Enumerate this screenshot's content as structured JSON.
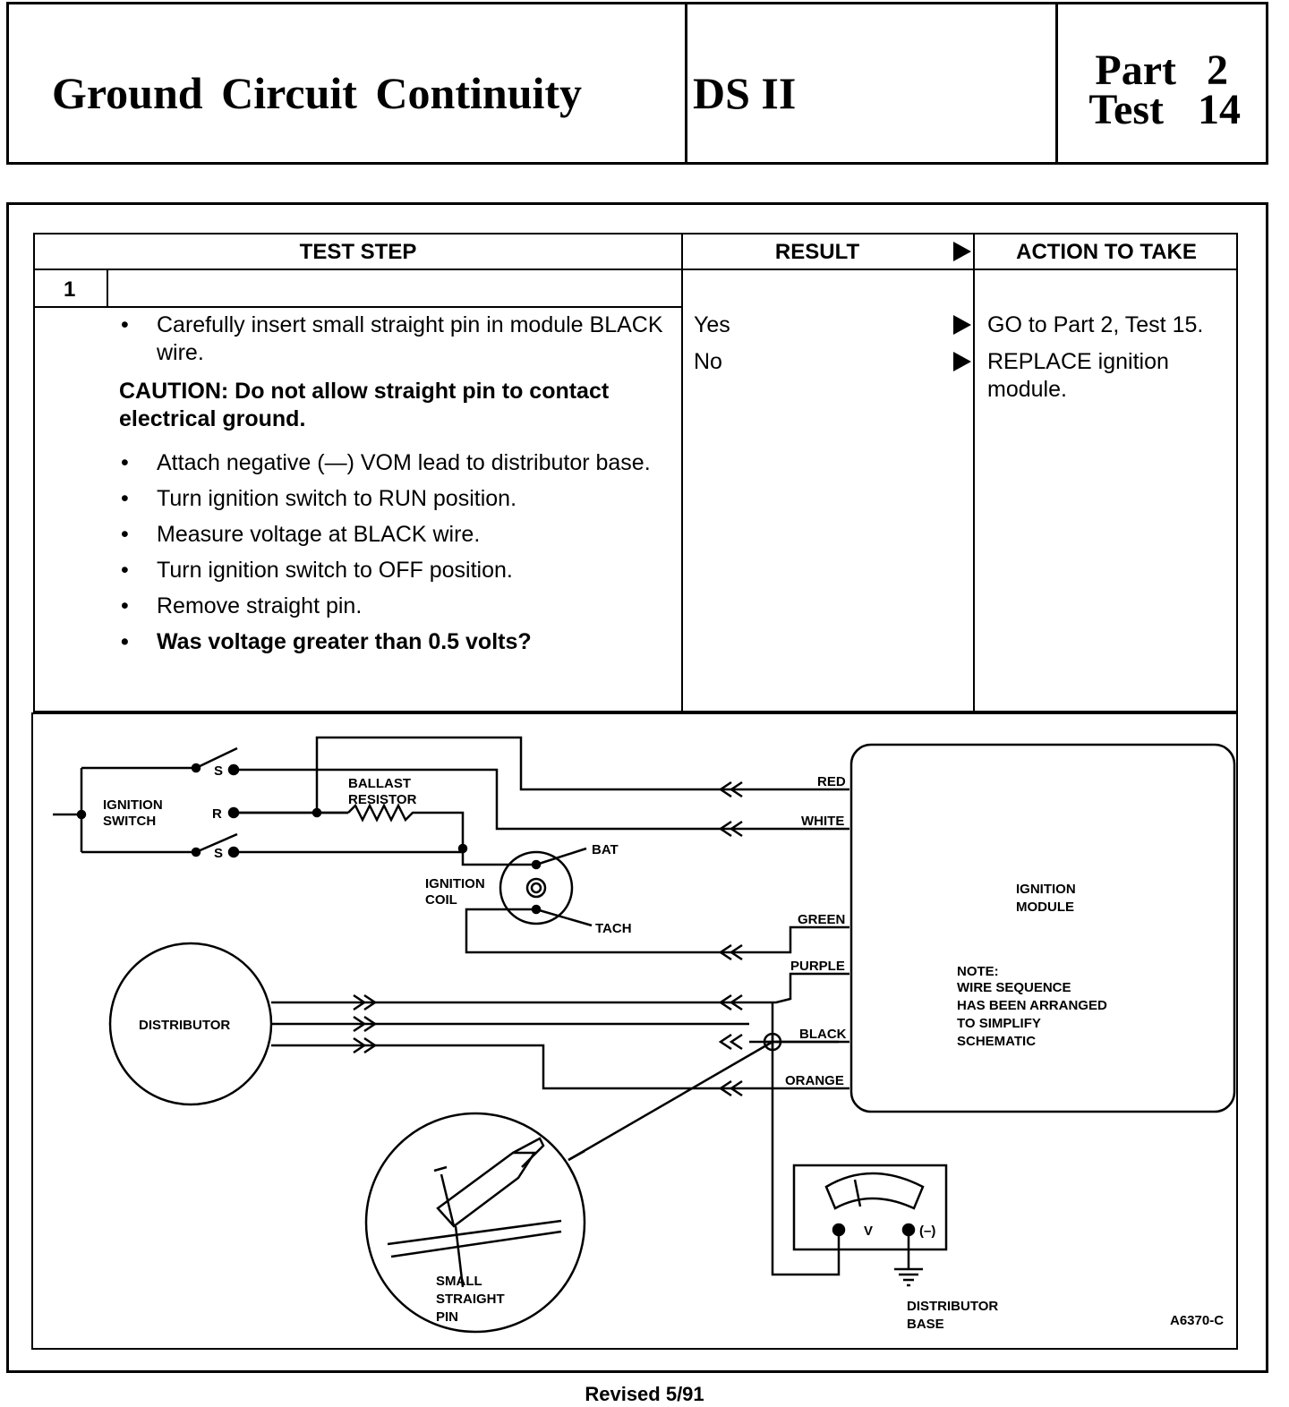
{
  "header": {
    "title": "Ground  Circuit  Continuity",
    "system": "DS II",
    "part": "Part  2",
    "test": "Test  14"
  },
  "table": {
    "col_step": "TEST STEP",
    "col_result": "RESULT",
    "col_action": "ACTION TO TAKE",
    "step_number": "1",
    "bullets_a": [
      "Carefully insert small straight pin in module BLACK wire."
    ],
    "caution": "CAUTION: Do not allow straight pin to contact electrical ground.",
    "bullets_b": [
      "Attach negative (—) VOM lead to distributor base.",
      "Turn ignition switch to RUN position.",
      "Measure voltage at BLACK wire.",
      "Turn ignition switch to OFF position.",
      "Remove straight pin."
    ],
    "question": "Was voltage greater than 0.5 volts?",
    "results": [
      "Yes",
      "No"
    ],
    "actions": [
      "GO to Part 2, Test 15.",
      "REPLACE ignition module."
    ]
  },
  "diagram": {
    "ignition_switch": [
      "IGNITION",
      "SWITCH"
    ],
    "switch_s": "S",
    "switch_r": "R",
    "ballast": [
      "BALLAST",
      "RESISTOR"
    ],
    "bat": "BAT",
    "tach": "TACH",
    "coil": [
      "IGNITION",
      "COIL"
    ],
    "distributor": "DISTRIBUTOR",
    "wires": [
      "RED",
      "WHITE",
      "GREEN",
      "PURPLE",
      "BLACK",
      "ORANGE"
    ],
    "module": [
      "IGNITION",
      "MODULE"
    ],
    "note": [
      "NOTE:",
      "WIRE SEQUENCE",
      "HAS BEEN ARRANGED",
      "TO SIMPLIFY",
      "SCHEMATIC"
    ],
    "meter_v": "V",
    "meter_neg": "(–)",
    "pin": [
      "SMALL",
      "STRAIGHT",
      "PIN"
    ],
    "base": [
      "DISTRIBUTOR",
      "BASE"
    ],
    "figure_id": "A6370-C"
  },
  "footer": "Revised 5/91"
}
